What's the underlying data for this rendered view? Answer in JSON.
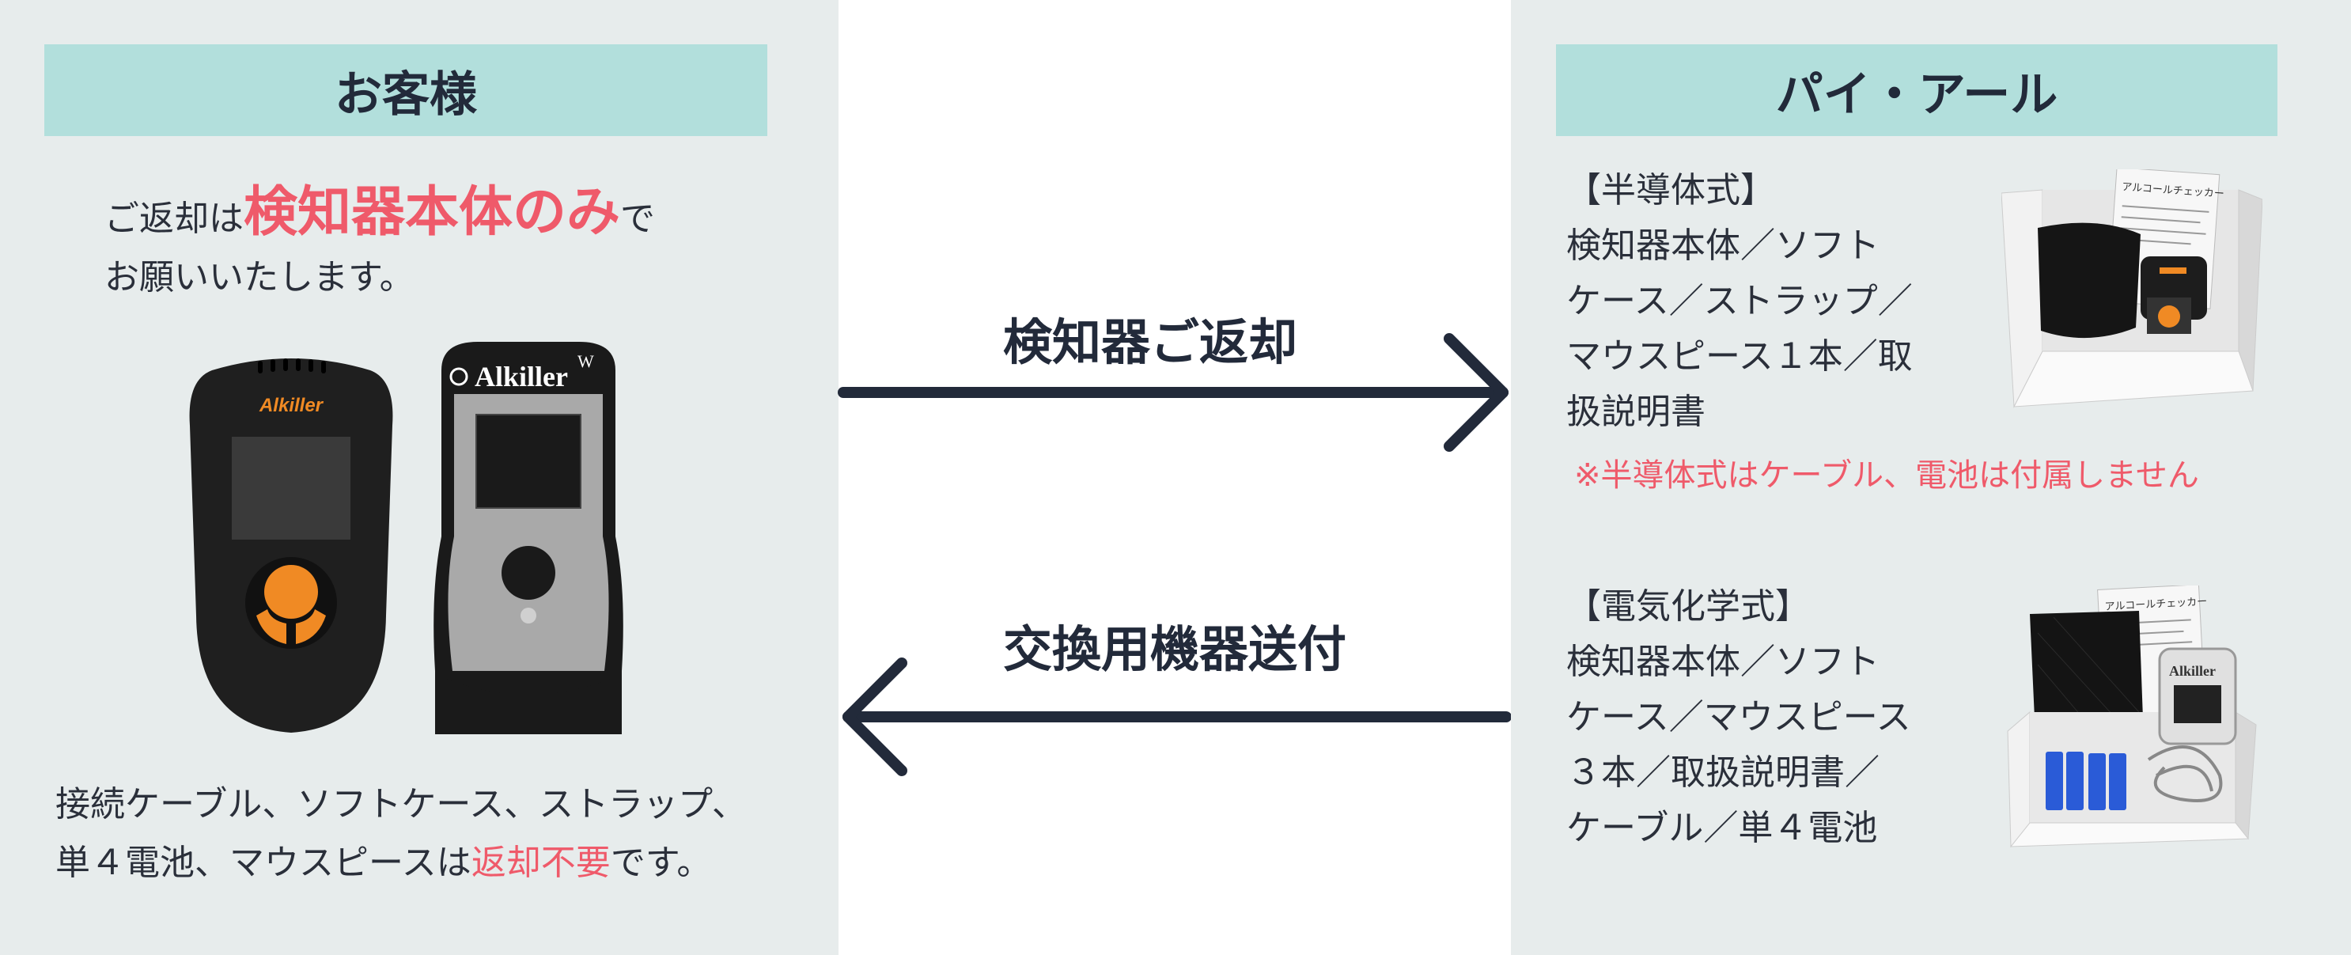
{
  "left": {
    "banner": "お客様",
    "intro": {
      "prefix": "ご返却は",
      "highlight": "検知器本体のみ",
      "suffix": "で",
      "line2": "お願いいたします。"
    },
    "device1_brand": "Alkiller",
    "device2_brand": "Alkiller",
    "device2_superscript": "W",
    "footer": {
      "line1": "接続ケーブル、ソフトケース、ストラップ、",
      "line2_prefix": "単４電池、マウスピースは",
      "line2_red": "返却不要",
      "line2_suffix": "です。"
    }
  },
  "middle": {
    "return_label": "検知器ご返却",
    "send_label": "交換用機器送付"
  },
  "right": {
    "banner": "パイ・アール",
    "semiconductor": {
      "title": "【半導体式】",
      "line1": "検知器本体／ソフト",
      "line2": "ケース／ストラップ／",
      "line3": "マウスピース１本／取",
      "line4": "扱説明書"
    },
    "note": "※半導体式はケーブル、電池は付属しません",
    "electrochemical": {
      "title": "【電気化学式】",
      "line1": "検知器本体／ソフト",
      "line2": "ケース／マウスピース",
      "line3": "３本／取扱説明書／",
      "line4": "ケーブル／単４電池"
    },
    "box1_manual_title": "アルコールチェッカー",
    "box2_manual_title": "アルコールチェッカー",
    "box2_device_brand": "Alkiller"
  },
  "colors": {
    "panel_bg": "#e7ecec",
    "banner_bg": "#b2dfdc",
    "accent_red": "#ef5a6a",
    "arrow": "#222a3a"
  }
}
